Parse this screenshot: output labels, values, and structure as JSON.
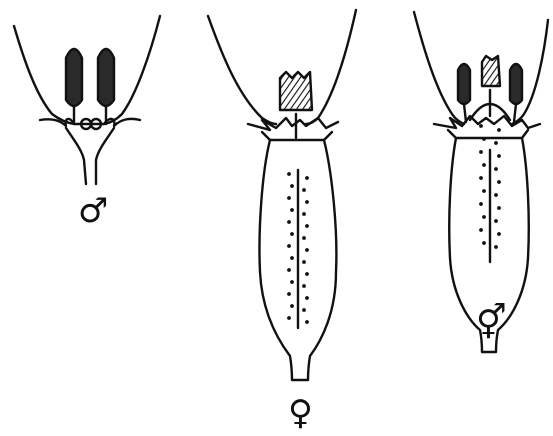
{
  "figure": {
    "flowers": [
      {
        "id": "male",
        "symbol": "♂"
      },
      {
        "id": "female",
        "symbol": "♀"
      },
      {
        "id": "hermaphrodite",
        "symbol": "⚥"
      }
    ],
    "colors": {
      "ink": "#111111",
      "background": "#ffffff"
    }
  }
}
